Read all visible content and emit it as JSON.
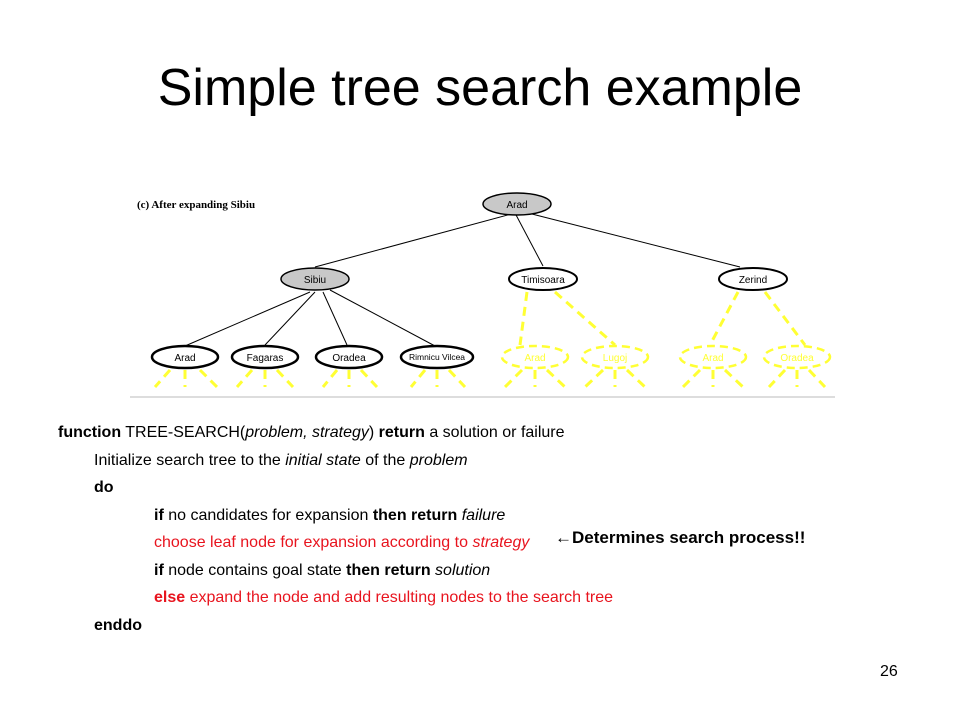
{
  "slide": {
    "title": "Simple tree search example",
    "number": "26"
  },
  "figure": {
    "caption": "(c) After expanding Sibiu",
    "colors": {
      "expanded_fill": "#c8c8c8",
      "frontier_stroke": "#000000",
      "unexpanded_stroke": "#ffff33",
      "baseline": "#bbbbbb"
    },
    "nodes": {
      "root": "Arad",
      "level1": [
        "Sibiu",
        "Timisoara",
        "Zerind"
      ],
      "sibiu_children": [
        "Arad",
        "Fagaras",
        "Oradea",
        "Rimnicu Vilcea"
      ],
      "timisoara_children": [
        "Arad",
        "Lugoj"
      ],
      "zerind_children": [
        "Arad",
        "Oradea"
      ]
    }
  },
  "algorithm": {
    "l1": {
      "kw1": "function",
      "t1": " TREE-SEARCH(",
      "it1": "problem,  strategy",
      "t2": ") ",
      "kw2": "return",
      "t3": " a solution or failure"
    },
    "l2": {
      "t1": "Initialize search tree to the ",
      "it1": "initial state",
      "t2": " of the ",
      "it2": "problem"
    },
    "l3": {
      "kw1": "do"
    },
    "l4": {
      "kw1": "if",
      "t1": " no candidates for expansion ",
      "kw2": "then return",
      "t2": " ",
      "it1": "failure"
    },
    "l5": {
      "t1": "choose leaf node for expansion according to ",
      "it1": "strategy"
    },
    "l6": {
      "kw1": "if",
      "t1": " node contains goal state ",
      "kw2": "then return",
      "t2": " ",
      "it1": "solution"
    },
    "l7": {
      "kw1": "else",
      "t1": " expand the node and add resulting nodes to the search tree"
    },
    "l8": {
      "kw1": "enddo"
    }
  },
  "callout": {
    "arrow": "←",
    "text": "Determines search process!!"
  }
}
